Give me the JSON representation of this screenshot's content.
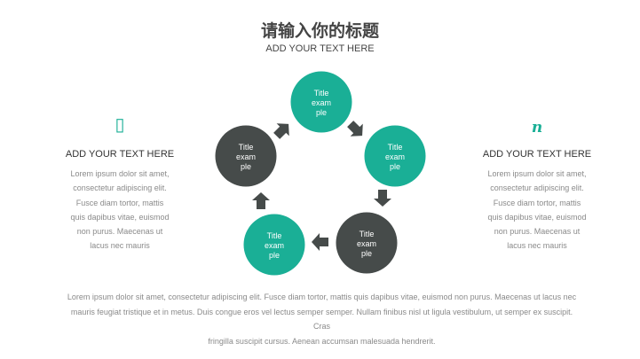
{
  "header": {
    "title": "请输入你的标题",
    "subtitle": "ADD YOUR TEXT HERE"
  },
  "colors": {
    "teal": "#1aaf96",
    "dark": "#464b4a"
  },
  "left": {
    "icon": "rectangle-outline-icon",
    "glyph": "▯",
    "heading": "ADD YOUR TEXT HERE",
    "lines": [
      "Lorem ipsum dolor sit amet,",
      "consectetur adipiscing elit.",
      "Fusce diam tortor, mattis",
      "quis dapibus vitae, euismod",
      "non purus. Maecenas ut",
      "lacus nec mauris"
    ]
  },
  "right": {
    "icon": "n-letter-icon",
    "glyph": "n",
    "heading": "ADD YOUR TEXT HERE",
    "lines": [
      "Lorem ipsum dolor sit amet,",
      "consectetur adipiscing elit.",
      "Fusce diam tortor, mattis",
      "quis dapibus vitae, euismod",
      "non purus. Maecenas ut",
      "lacus nec mauris"
    ]
  },
  "cycle": [
    {
      "lines": [
        "Title",
        "exam",
        "ple"
      ],
      "color": "teal"
    },
    {
      "lines": [
        "Title",
        "exam",
        "ple"
      ],
      "color": "teal"
    },
    {
      "lines": [
        "Title",
        "exam",
        "ple"
      ],
      "color": "dark"
    },
    {
      "lines": [
        "Title",
        "exam",
        "ple"
      ],
      "color": "teal"
    },
    {
      "lines": [
        "Title",
        "exam",
        "ple"
      ],
      "color": "dark"
    }
  ],
  "bottom_text": [
    "Lorem ipsum dolor sit amet, consectetur adipiscing elit. Fusce diam tortor, mattis quis dapibus vitae, euismod non purus. Maecenas ut lacus nec",
    "mauris feugiat tristique et in metus. Duis congue eros vel lectus semper semper. Nullam finibus nisl ut ligula vestibulum, ut semper ex suscipit. Cras",
    "fringilla suscipit cursus. Aenean accumsan malesuada hendrerit."
  ]
}
